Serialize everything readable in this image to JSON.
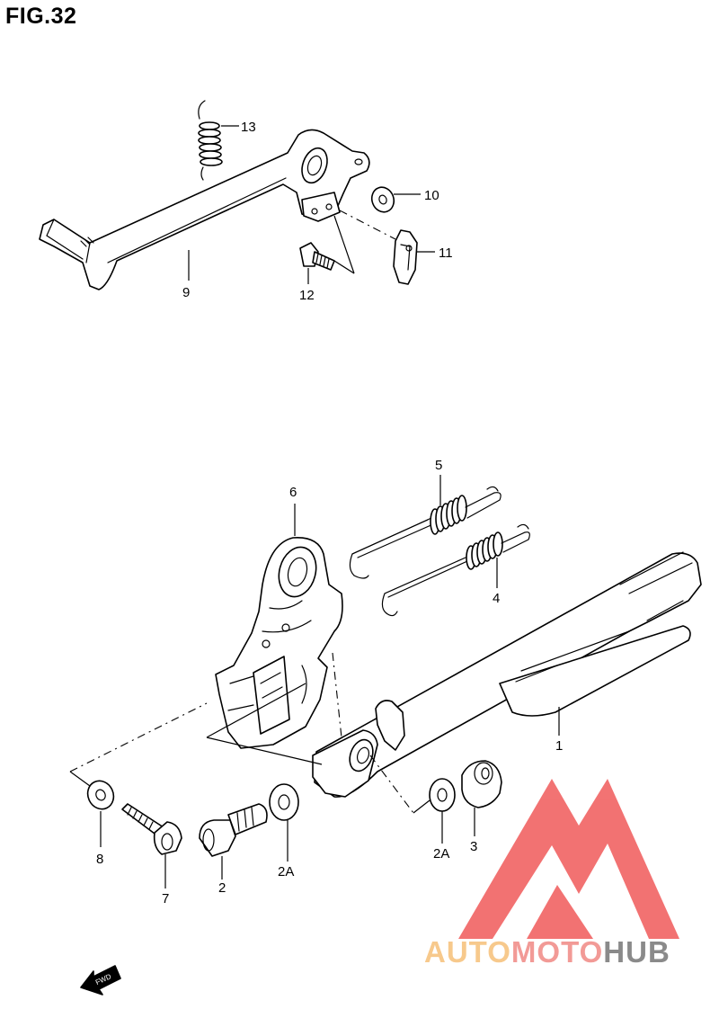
{
  "figure": {
    "title": "FIG.32"
  },
  "callouts": [
    {
      "id": "13",
      "label": "13"
    },
    {
      "id": "10",
      "label": "10"
    },
    {
      "id": "11",
      "label": "11"
    },
    {
      "id": "9",
      "label": "9"
    },
    {
      "id": "12",
      "label": "12"
    },
    {
      "id": "5",
      "label": "5"
    },
    {
      "id": "6",
      "label": "6"
    },
    {
      "id": "4",
      "label": "4"
    },
    {
      "id": "1",
      "label": "1"
    },
    {
      "id": "8",
      "label": "8"
    },
    {
      "id": "7",
      "label": "7"
    },
    {
      "id": "2",
      "label": "2"
    },
    {
      "id": "2A-left",
      "label": "2A"
    },
    {
      "id": "2A-right",
      "label": "2A"
    },
    {
      "id": "3",
      "label": "3"
    }
  ],
  "direction_marker": {
    "label": "FWD"
  },
  "watermark": {
    "part1": "AUTO",
    "part2": "MOTO",
    "part3": "HUB",
    "colors": {
      "auto": "#f7c98c",
      "moto": "#f29a96",
      "hub": "#8a8a8a",
      "logo": "#f05a5a"
    }
  }
}
